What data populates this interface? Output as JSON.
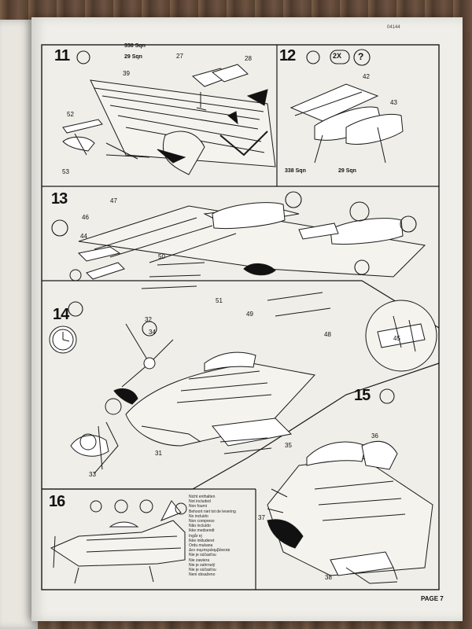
{
  "document": {
    "code": "04144",
    "page_label": "PAGE 7"
  },
  "steps": [
    {
      "number": "11"
    },
    {
      "number": "12"
    },
    {
      "number": "13"
    },
    {
      "number": "14"
    },
    {
      "number": "15"
    },
    {
      "number": "16"
    }
  ],
  "step12": {
    "multiplier": "2X",
    "help_symbol": "?"
  },
  "squadrons": {
    "s338": "338 Sqn",
    "s29": "29 Sqn"
  },
  "part_numbers": [
    "27",
    "28",
    "39",
    "52",
    "53",
    "42",
    "43",
    "47",
    "46",
    "44",
    "50",
    "51",
    "49",
    "48",
    "45",
    "32",
    "34",
    "31",
    "33",
    "35",
    "36",
    "37",
    "38"
  ],
  "step16_languages": [
    "Nicht enthalten",
    "Not included",
    "Non fourni",
    "Behoort niet tot de levering",
    "No incluido",
    "Non compreso",
    "Não incluído",
    "Ikke medsendt",
    "Ingår ej",
    "Ikke inkluderet",
    "Ordu mukana",
    "Δεν συμπεριλαμβάνεται",
    "Nie je súčasťou",
    "Nie zawiera",
    "Nie je zahrnutý",
    "Nie je súčasťou",
    "Neni obsaženo"
  ]
}
